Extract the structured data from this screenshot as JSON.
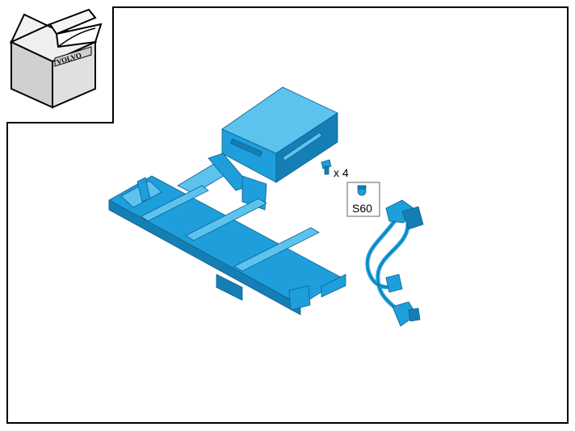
{
  "kit_box": {
    "brand": "VOLVO"
  },
  "screw_label": "x 4",
  "variant_label": "S60",
  "colors": {
    "part_fill": "#1e9fdc",
    "part_shade": "#157fb5",
    "part_light": "#5cc3ef",
    "box_fill": "#d9d9d9",
    "outline": "#000000"
  }
}
